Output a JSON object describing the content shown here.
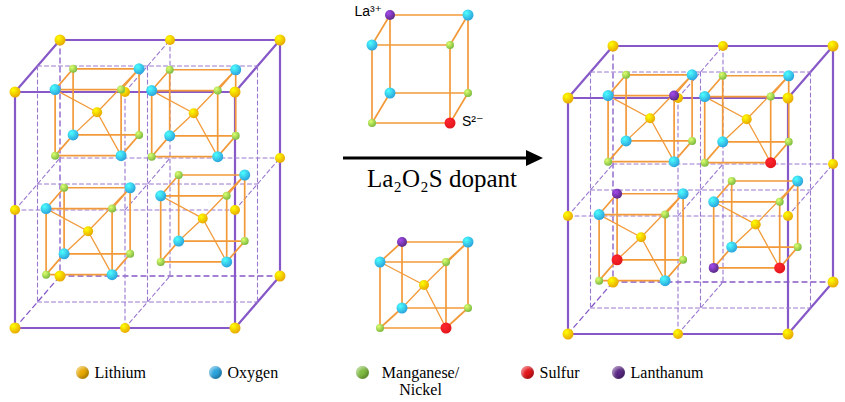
{
  "diagram": {
    "labels": [
      "La³⁺",
      "S²⁻",
      "La₂O₂S dopant"
    ],
    "legend": [
      {
        "text": "Lithium",
        "color": "#e8a800"
      },
      {
        "text": "Oxygen",
        "color": "#2ba3dc"
      },
      {
        "text": "Manganese/ Nickel",
        "color": "#7dba3f"
      },
      {
        "text": "Sulfur",
        "color": "#e3161b"
      },
      {
        "text": "Lanthanum",
        "color": "#5c2a86"
      }
    ]
  }
}
